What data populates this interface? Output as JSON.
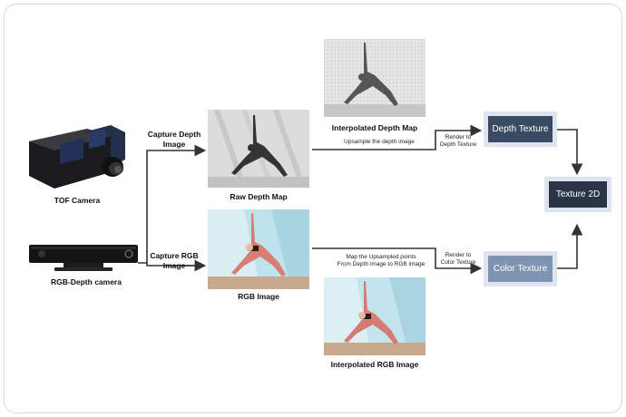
{
  "labels": {
    "tof_camera": "TOF Camera",
    "rgbd_camera": "RGB-Depth camera",
    "capture_depth": "Capture Depth\nImage",
    "capture_rgb": "Capture RGB\nImage",
    "raw_depth_map": "Raw Depth Map",
    "rgb_image": "RGB Image",
    "interp_depth_map": "Interpolated Depth Map",
    "interp_rgb_image": "Interpolated RGB Image",
    "upsample_depth": "Upsample the depth image",
    "map_points": "Map the Upsampled points\nFrom Depth image to RGB image",
    "render_depth": "Render to\nDepth Texture",
    "render_color": "Render to\nColor Texture"
  },
  "boxes": {
    "depth_texture": "Depth Texture",
    "color_texture": "Color Texture",
    "texture_2d": "Texture 2D"
  },
  "colors": {
    "depth_texture_fill": "#3b4a63",
    "color_texture_fill": "#7f93b3",
    "texture_2d_fill": "#2b3445",
    "box_border": "#dfe5ee"
  }
}
